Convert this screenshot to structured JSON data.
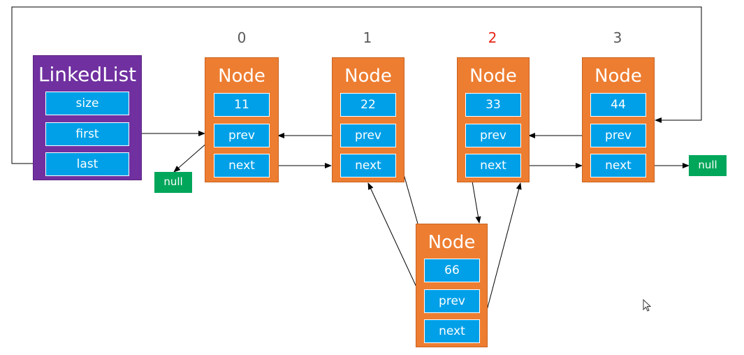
{
  "indices": [
    {
      "label": "0",
      "highlight": false
    },
    {
      "label": "1",
      "highlight": false
    },
    {
      "label": "2",
      "highlight": true
    },
    {
      "label": "3",
      "highlight": false
    }
  ],
  "linked_list": {
    "title": "LinkedList",
    "fields": [
      "size",
      "first",
      "last"
    ]
  },
  "nodes": [
    {
      "title": "Node",
      "value": "11",
      "prev": "prev",
      "next": "next"
    },
    {
      "title": "Node",
      "value": "22",
      "prev": "prev",
      "next": "next"
    },
    {
      "title": "Node",
      "value": "33",
      "prev": "prev",
      "next": "next"
    },
    {
      "title": "Node",
      "value": "44",
      "prev": "prev",
      "next": "next"
    }
  ],
  "inserted_node": {
    "title": "Node",
    "value": "66",
    "prev": "prev",
    "next": "next"
  },
  "null_labels": {
    "left": "null",
    "right": "null"
  },
  "colors": {
    "linked_list_bg": "#7030A0",
    "node_bg": "#ED7D31",
    "field_bg": "#00A0E8",
    "null_bg": "#00A65A",
    "highlight_index": "#E8261A",
    "index_text": "#595959",
    "arrow": "#000000"
  },
  "icons": {
    "cursor": "mouse-pointer-icon"
  }
}
